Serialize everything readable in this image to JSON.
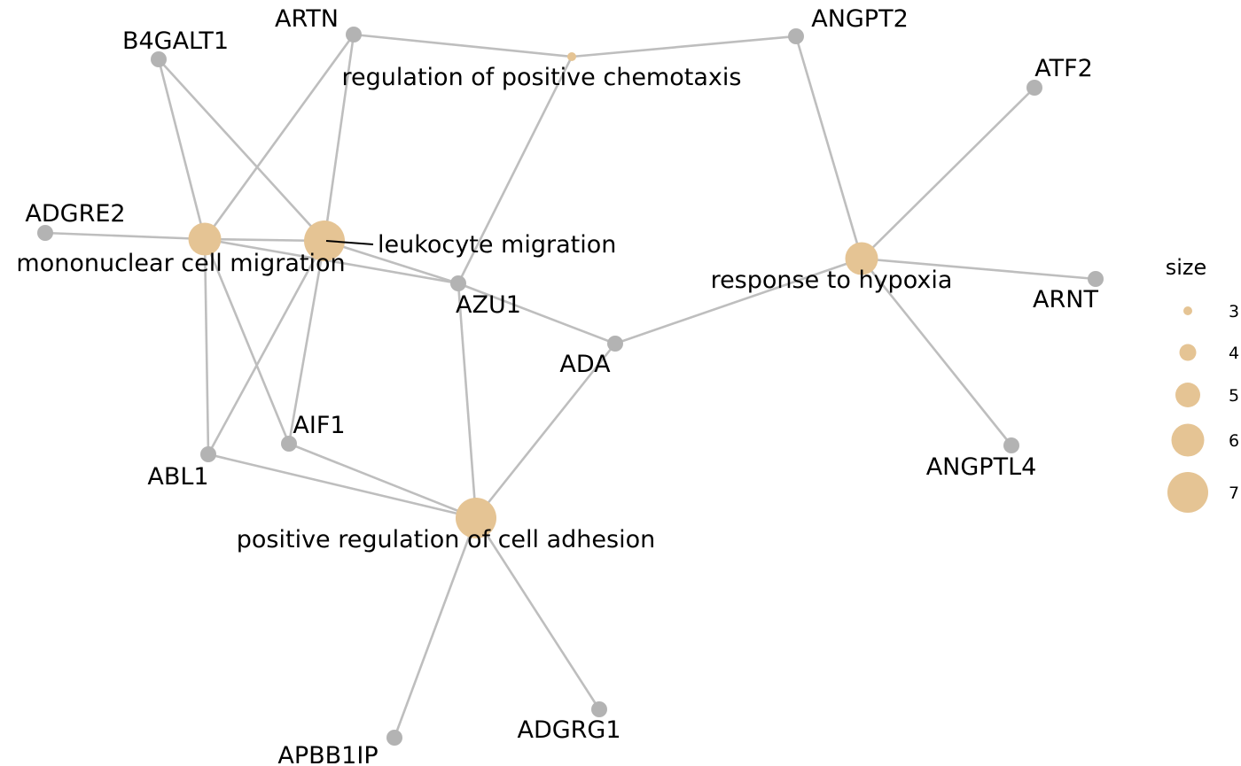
{
  "colors": {
    "category": "#e5c494",
    "gene": "#b3b3b3",
    "edge": "#bebebe",
    "text": "#000000"
  },
  "nodes": [
    {
      "id": "regulation of positive chemotaxis",
      "type": "category",
      "size": 3
    },
    {
      "id": "mononuclear cell migration",
      "type": "category",
      "size": 6
    },
    {
      "id": "leukocyte migration",
      "type": "category",
      "size": 7
    },
    {
      "id": "response to hypoxia",
      "type": "category",
      "size": 6
    },
    {
      "id": "positive regulation of cell adhesion",
      "type": "category",
      "size": 7
    },
    {
      "id": "ARTN",
      "type": "gene"
    },
    {
      "id": "ANGPT2",
      "type": "gene"
    },
    {
      "id": "B4GALT1",
      "type": "gene"
    },
    {
      "id": "ATF2",
      "type": "gene"
    },
    {
      "id": "ADGRE2",
      "type": "gene"
    },
    {
      "id": "AZU1",
      "type": "gene"
    },
    {
      "id": "ARNT",
      "type": "gene"
    },
    {
      "id": "ADA",
      "type": "gene"
    },
    {
      "id": "AIF1",
      "type": "gene"
    },
    {
      "id": "ABL1",
      "type": "gene"
    },
    {
      "id": "ANGPTL4",
      "type": "gene"
    },
    {
      "id": "ADGRG1",
      "type": "gene"
    },
    {
      "id": "APBB1IP",
      "type": "gene"
    }
  ],
  "edges": [
    [
      "ARTN",
      "regulation of positive chemotaxis"
    ],
    [
      "ANGPT2",
      "regulation of positive chemotaxis"
    ],
    [
      "AZU1",
      "regulation of positive chemotaxis"
    ],
    [
      "ANGPT2",
      "response to hypoxia"
    ],
    [
      "ATF2",
      "response to hypoxia"
    ],
    [
      "ARNT",
      "response to hypoxia"
    ],
    [
      "ANGPTL4",
      "response to hypoxia"
    ],
    [
      "ADA",
      "response to hypoxia"
    ],
    [
      "B4GALT1",
      "mononuclear cell migration"
    ],
    [
      "B4GALT1",
      "leukocyte migration"
    ],
    [
      "ARTN",
      "mononuclear cell migration"
    ],
    [
      "ARTN",
      "leukocyte migration"
    ],
    [
      "ADGRE2",
      "mononuclear cell migration"
    ],
    [
      "mononuclear cell migration",
      "leukocyte migration"
    ],
    [
      "AZU1",
      "mononuclear cell migration"
    ],
    [
      "AZU1",
      "leukocyte migration"
    ],
    [
      "ABL1",
      "mononuclear cell migration"
    ],
    [
      "ABL1",
      "leukocyte migration"
    ],
    [
      "AIF1",
      "mononuclear cell migration"
    ],
    [
      "AIF1",
      "leukocyte migration"
    ],
    [
      "ABL1",
      "positive regulation of cell adhesion"
    ],
    [
      "AIF1",
      "positive regulation of cell adhesion"
    ],
    [
      "AZU1",
      "positive regulation of cell adhesion"
    ],
    [
      "ADA",
      "positive regulation of cell adhesion"
    ],
    [
      "ADA",
      "AZU1"
    ],
    [
      "ADGRG1",
      "positive regulation of cell adhesion"
    ],
    [
      "APBB1IP",
      "positive regulation of cell adhesion"
    ]
  ],
  "legend": {
    "title": "size",
    "items": [
      {
        "label": "3",
        "value": 3
      },
      {
        "label": "4",
        "value": 4
      },
      {
        "label": "5",
        "value": 5
      },
      {
        "label": "6",
        "value": 6
      },
      {
        "label": "7",
        "value": 7
      }
    ]
  }
}
